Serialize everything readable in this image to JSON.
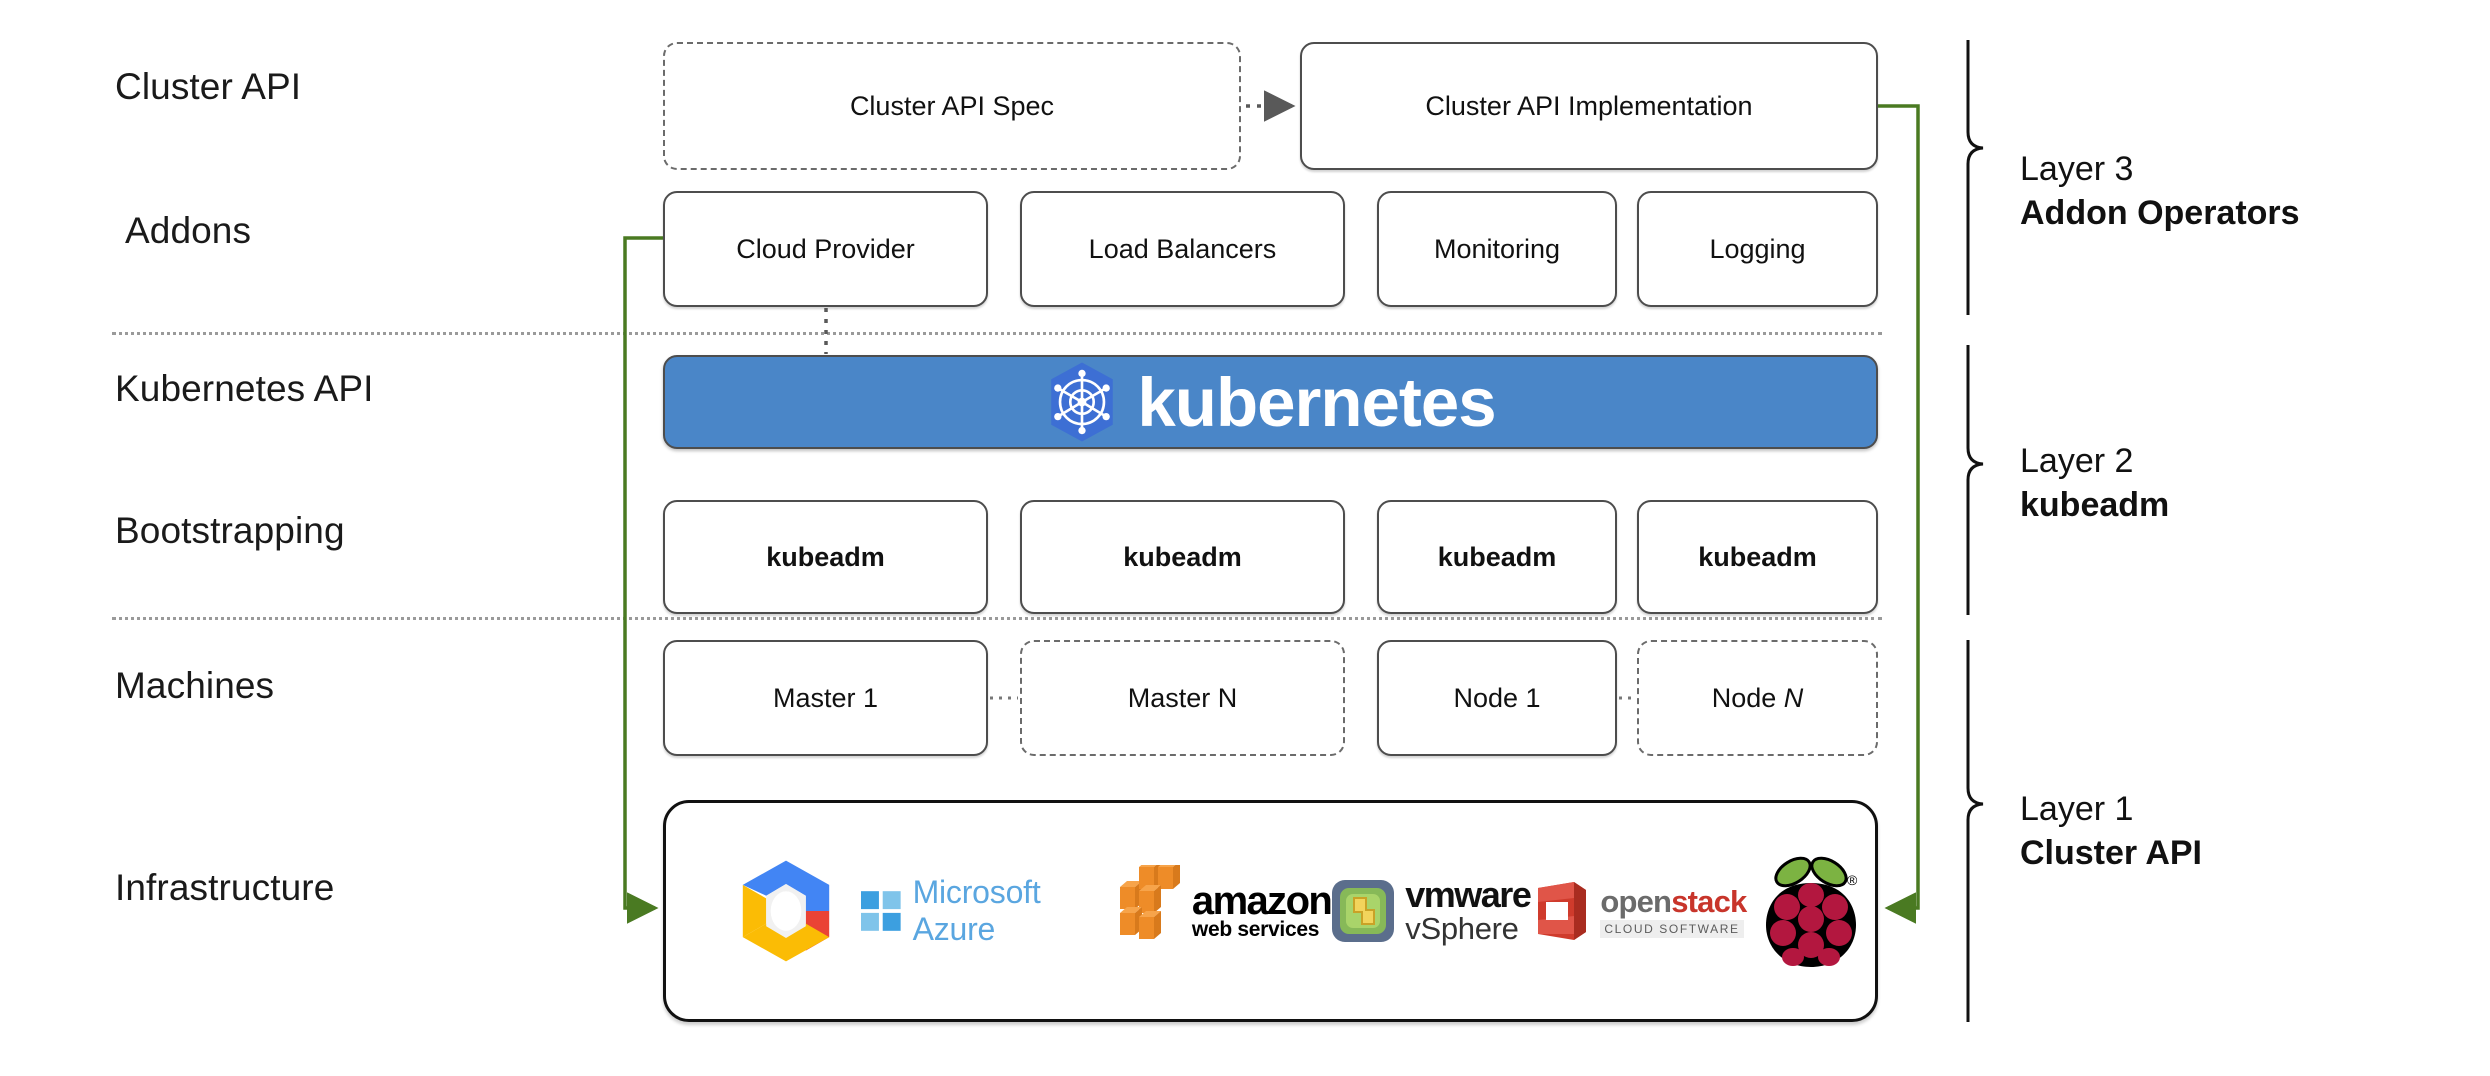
{
  "diagram": {
    "title": "Kubernetes Cluster API layered architecture",
    "row_labels": [
      {
        "id": "cluster-api",
        "text": "Cluster API"
      },
      {
        "id": "addons",
        "text": "Addons"
      },
      {
        "id": "kubernetes-api",
        "text": "Kubernetes API"
      },
      {
        "id": "bootstrapping",
        "text": "Bootstrapping"
      },
      {
        "id": "machines",
        "text": "Machines"
      },
      {
        "id": "infrastructure",
        "text": "Infrastructure"
      }
    ],
    "cluster_api_row": {
      "spec_box": "Cluster API Spec",
      "implementation_box": "Cluster API Implementation"
    },
    "addons_row": [
      "Cloud Provider",
      "Load Balancers",
      "Monitoring",
      "Logging"
    ],
    "kubernetes_banner": {
      "wordmark": "kubernetes",
      "logo": "kubernetes-helm-wheel"
    },
    "bootstrapping_row": [
      "kubeadm",
      "kubeadm",
      "kubeadm",
      "kubeadm"
    ],
    "machines_row": [
      {
        "label": "Master 1",
        "style": "solid"
      },
      {
        "label": "Master N",
        "style": "dashed"
      },
      {
        "label": "Node 1",
        "style": "solid"
      },
      {
        "label": "Node N",
        "style": "dashed",
        "italic_suffix": "N"
      }
    ],
    "infrastructure_logos": [
      {
        "name": "google-cloud-platform",
        "text": ""
      },
      {
        "name": "microsoft-azure",
        "text": "Microsoft Azure"
      },
      {
        "name": "amazon-web-services",
        "text": "amazon",
        "subtext": "web services"
      },
      {
        "name": "vmware-vsphere",
        "text": "vmware",
        "subtext": "vSphere"
      },
      {
        "name": "openstack",
        "text_open": "open",
        "text_stack": "stack",
        "subtext": "CLOUD SOFTWARE"
      },
      {
        "name": "raspberry-pi",
        "text": ""
      }
    ],
    "layer_captions": [
      {
        "number": "Layer 3",
        "name": "Addon Operators"
      },
      {
        "number": "Layer 2",
        "name": "kubeadm"
      },
      {
        "number": "Layer 1",
        "name": "Cluster API"
      }
    ],
    "colors": {
      "kubernetes_blue": "#4a86c8",
      "kubernetes_logo_blue": "#3d6fd4",
      "connector_green": "#4a7a22",
      "box_border": "#4d4d4d",
      "dotted_separator": "#9a9a9a",
      "azure_blue": "#5aa6e0",
      "aws_orange": "#ee8c28",
      "openstack_red": "#c8352b",
      "raspberry_crimson": "#b3173f"
    }
  }
}
